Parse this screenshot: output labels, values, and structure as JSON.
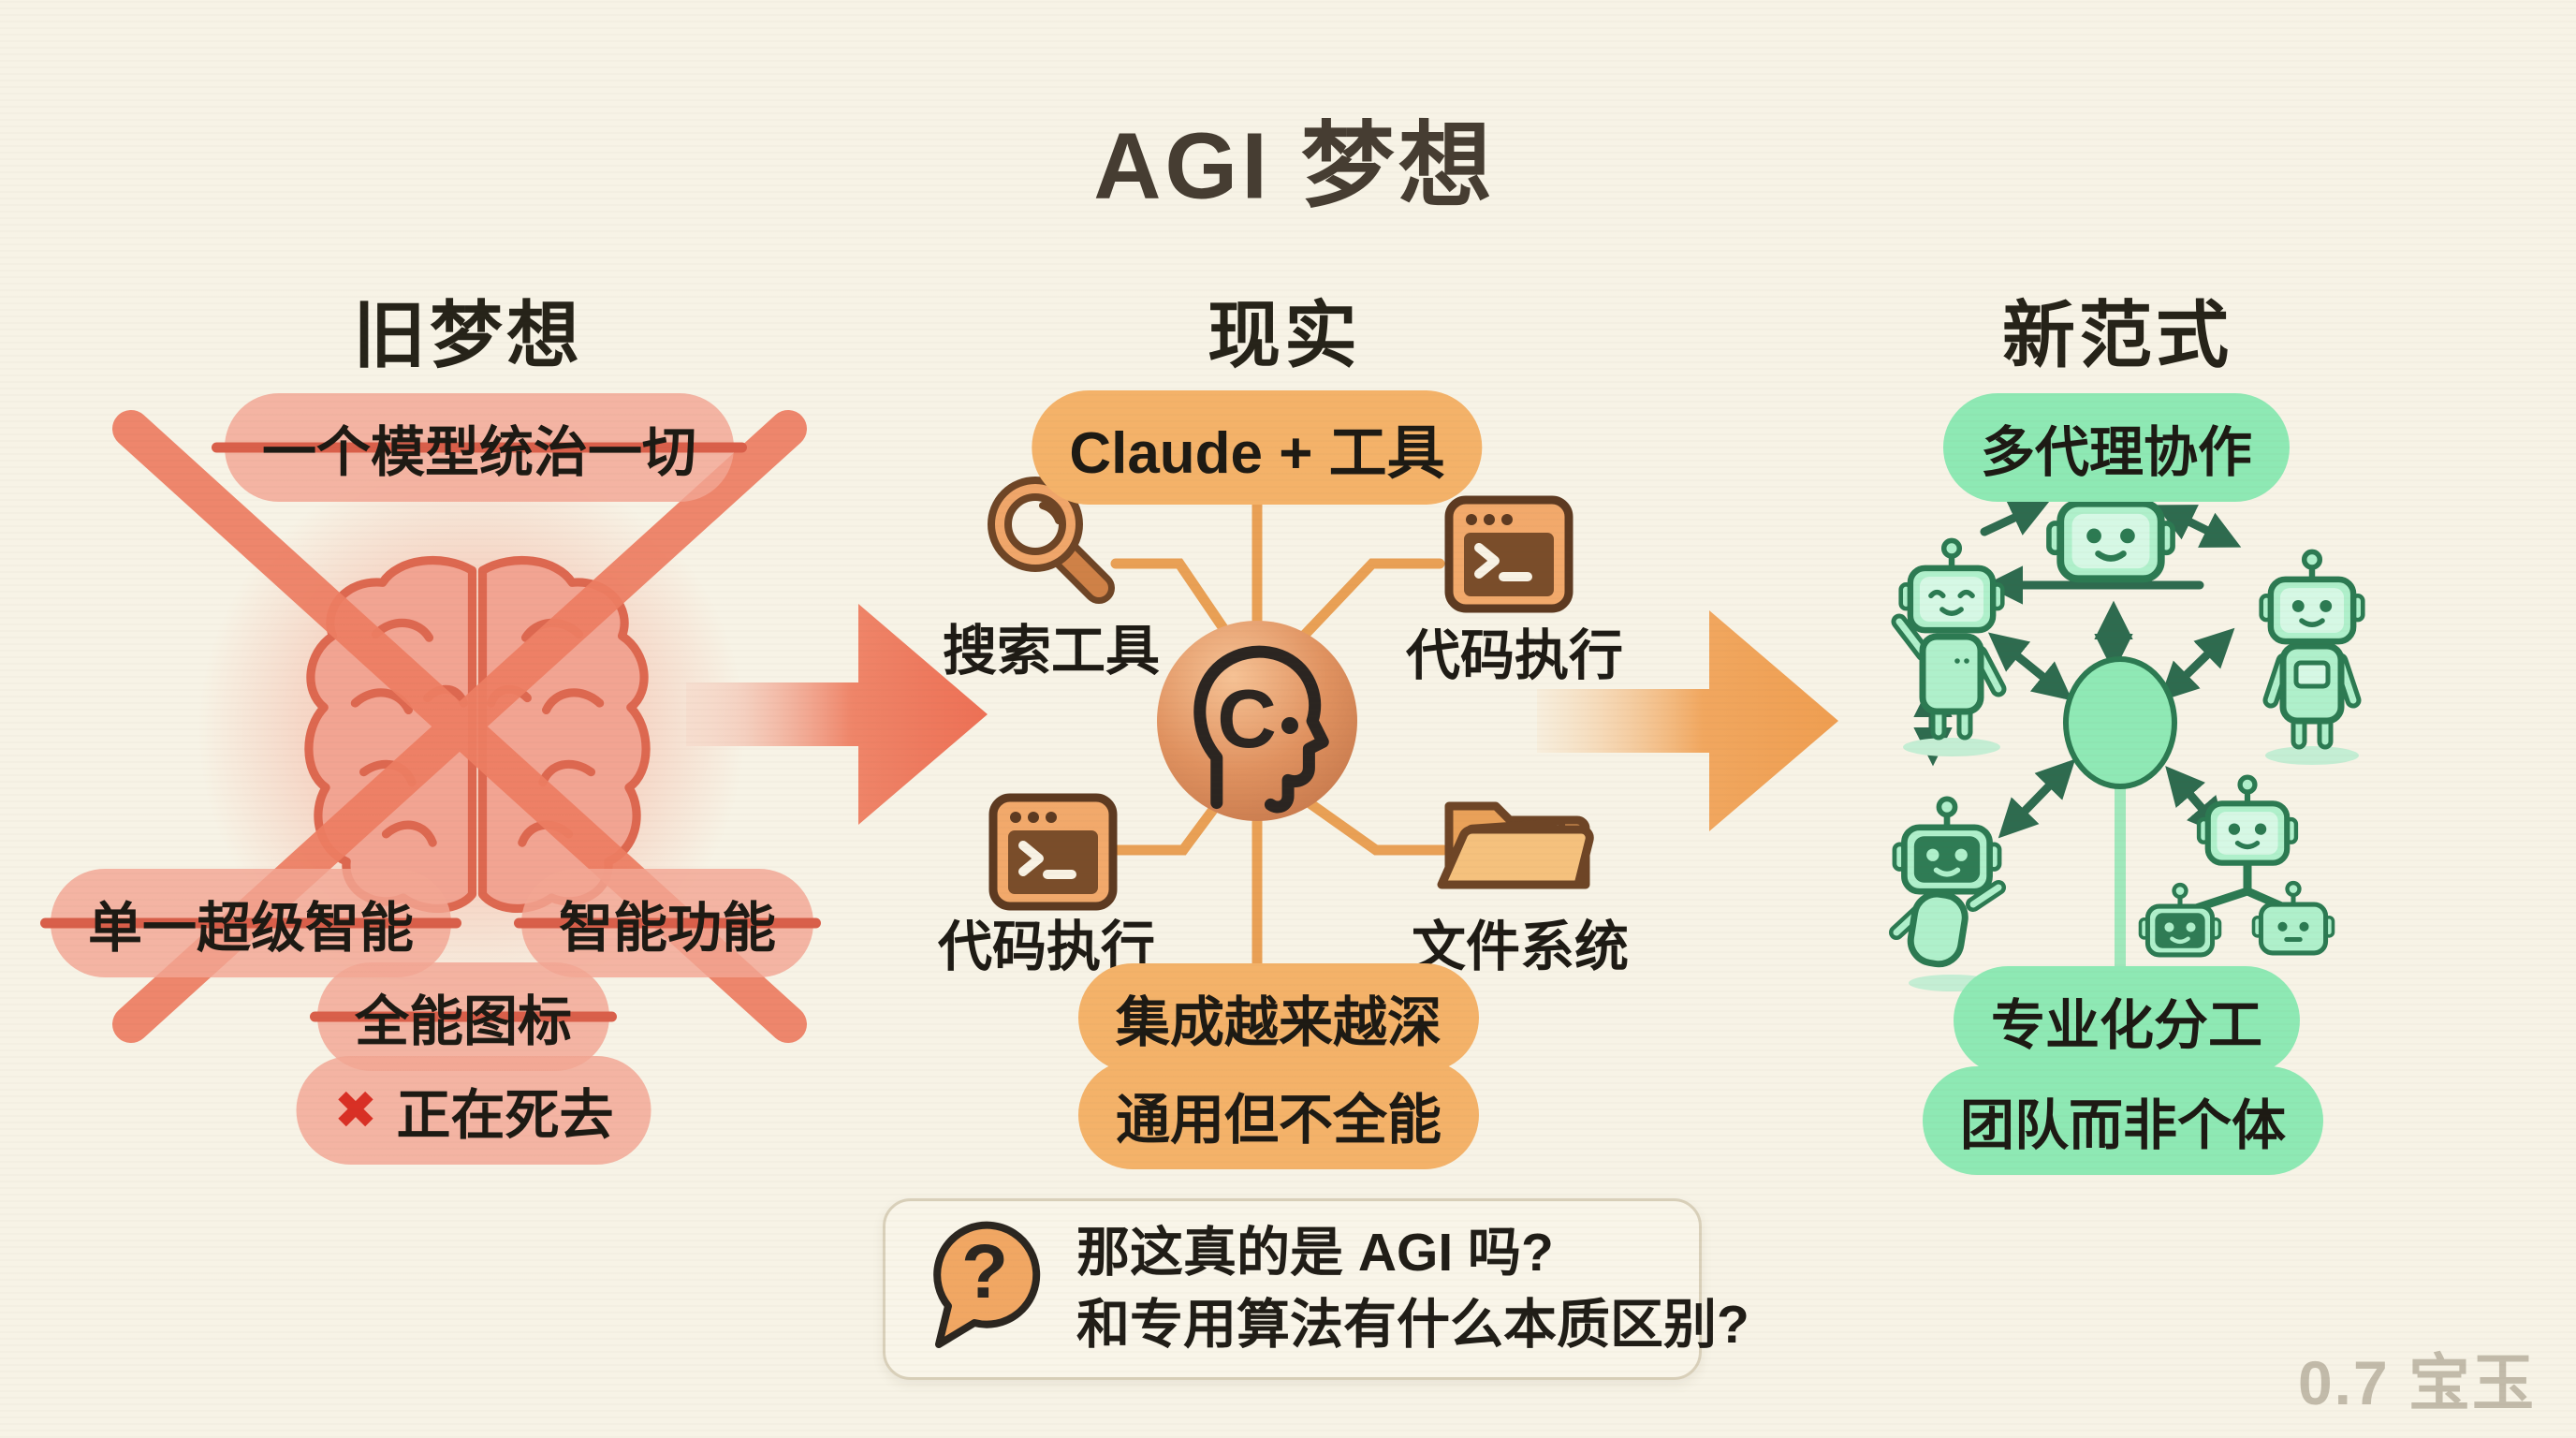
{
  "title": "AGI 梦想",
  "watermark": "0.7 宝玉",
  "colors": {
    "background": "#f7f3e6",
    "old_accent": "#ee7e63",
    "reality_accent": "#f4b269",
    "new_accent": "#8ee9b4",
    "strike_line": "#d95f4a",
    "error_x": "#d93025"
  },
  "columns": {
    "old": {
      "header": "旧梦想",
      "top_pill": "一个模型统治一切",
      "center_icon": "brain-crossed-out",
      "crossed_pills": [
        "单一超级智能",
        "智能功能",
        "全能图标"
      ],
      "dying": {
        "icon": "red-x-icon",
        "label": "正在死去"
      }
    },
    "reality": {
      "header": "现实",
      "top_pill": "Claude + 工具",
      "center_icon": "claude-head-icon",
      "tools": [
        {
          "icon": "magnifier-icon",
          "label": "搜索工具"
        },
        {
          "icon": "terminal-icon",
          "label": "代码执行"
        },
        {
          "icon": "terminal-icon",
          "label": "代码执行"
        },
        {
          "icon": "folder-icon",
          "label": "文件系统"
        }
      ],
      "bottom_pills": [
        "集成越来越深",
        "通用但不全能"
      ]
    },
    "new": {
      "header": "新范式",
      "top_pill": "多代理协作",
      "center_icon": "multi-agent-robot-network",
      "bottom_pills": [
        "专业化分工",
        "团队而非个体"
      ]
    }
  },
  "question": {
    "icon": "question-bubble-icon",
    "line1": "那这真的是 AGI 吗?",
    "line2": "和专用算法有什么本质区别?"
  }
}
